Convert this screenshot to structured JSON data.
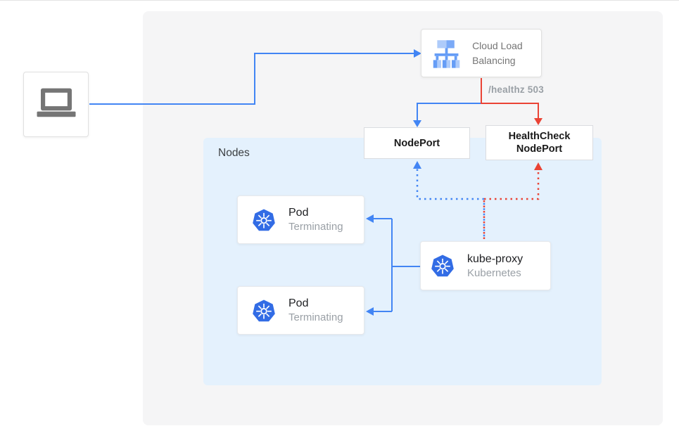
{
  "diagram": {
    "client": {
      "icon": "laptop-icon"
    },
    "cloud_load_balancing": {
      "label": "Cloud Load Balancing",
      "icon": "cloud-load-balancing-icon"
    },
    "healthz_label": "/healthz 503",
    "nodeport": {
      "label": "NodePort"
    },
    "healthcheck_nodeport": {
      "label": "HealthCheck NodePort"
    },
    "nodes_container": {
      "label": "Nodes"
    },
    "pods": [
      {
        "title": "Pod",
        "subtitle": "Terminating",
        "icon": "kubernetes-icon"
      },
      {
        "title": "Pod",
        "subtitle": "Terminating",
        "icon": "kubernetes-icon"
      }
    ],
    "kube_proxy": {
      "title": "kube-proxy",
      "subtitle": "Kubernetes",
      "icon": "kubernetes-icon"
    },
    "colors": {
      "blue": "#4285f4",
      "red": "#ea4335",
      "nodes-bg": "#e4f1fd",
      "panel-bg": "#f5f5f6",
      "text-dark": "#202124",
      "text-gray": "#757575",
      "text-muted": "#9aa0a6",
      "k8s-blue": "#326ce5",
      "icon-gray": "#757575"
    }
  }
}
